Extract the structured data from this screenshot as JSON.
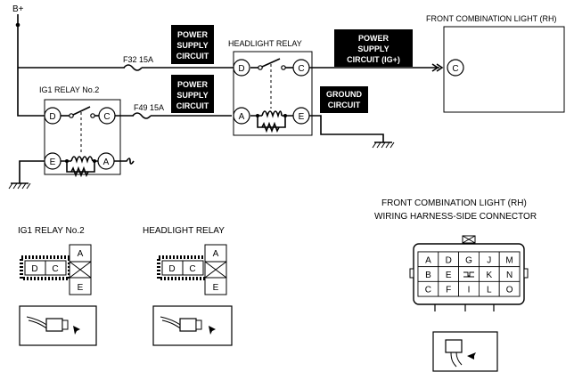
{
  "supply": {
    "label": "B+"
  },
  "fuses": {
    "f32": "F32 15A",
    "f49": "F49 15A"
  },
  "tags": {
    "power1": [
      "POWER",
      "SUPPLY",
      "CIRCUIT"
    ],
    "power2": [
      "POWER",
      "SUPPLY",
      "CIRCUIT"
    ],
    "power_ig": [
      "POWER",
      "SUPPLY",
      "CIRCUIT (IG+)"
    ],
    "ground": [
      "GROUND",
      "CIRCUIT"
    ]
  },
  "relays": {
    "headlight": {
      "title": "HEADLIGHT RELAY",
      "terminals": [
        "D",
        "C",
        "A",
        "E"
      ]
    },
    "ig1": {
      "title": "IG1 RELAY No.2",
      "terminals": [
        "D",
        "C",
        "E",
        "A"
      ]
    }
  },
  "light": {
    "title": "FRONT COMBINATION LIGHT (RH)",
    "terminal": "C"
  },
  "connectors": {
    "ig1": {
      "title": "IG1 RELAY No.2",
      "cells": [
        "D",
        "C",
        "A",
        "E"
      ]
    },
    "headlight": {
      "title": "HEADLIGHT RELAY",
      "cells": [
        "D",
        "C",
        "A",
        "E"
      ]
    },
    "harness": {
      "title_line1": "FRONT COMBINATION LIGHT (RH)",
      "title_line2": "WIRING HARNESS-SIDE CONNECTOR",
      "cells": [
        "A",
        "D",
        "G",
        "J",
        "M",
        "B",
        "E",
        "",
        "K",
        "N",
        "C",
        "F",
        "I",
        "L",
        "O"
      ]
    }
  }
}
